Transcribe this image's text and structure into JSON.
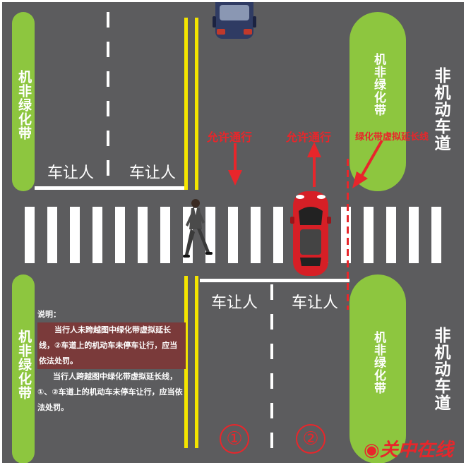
{
  "green_belt_label": "机非绿化带",
  "non_motor_lane_label": "非机动车道",
  "yield_label": "车让人",
  "allow_pass_label": "允许通行",
  "green_belt_extension_label": "绿化带虚拟延长线",
  "lane_numbers": [
    "①",
    "②"
  ],
  "note": {
    "title": "说明：",
    "para1": "当行人未跨越图中绿化带虚拟延长线，②车道上的机动车未停车让行，应当依法处罚。",
    "para2": "当行人跨越图中绿化带虚拟延长线，①、②车道上的机动车未停车让行，应当依法处罚。"
  },
  "watermark": "关中在线",
  "colors": {
    "road": "#5c5c5e",
    "green_belt": "#8dc63f",
    "accent_red": "#e8262b",
    "lane_yellow": "#f4e500"
  }
}
